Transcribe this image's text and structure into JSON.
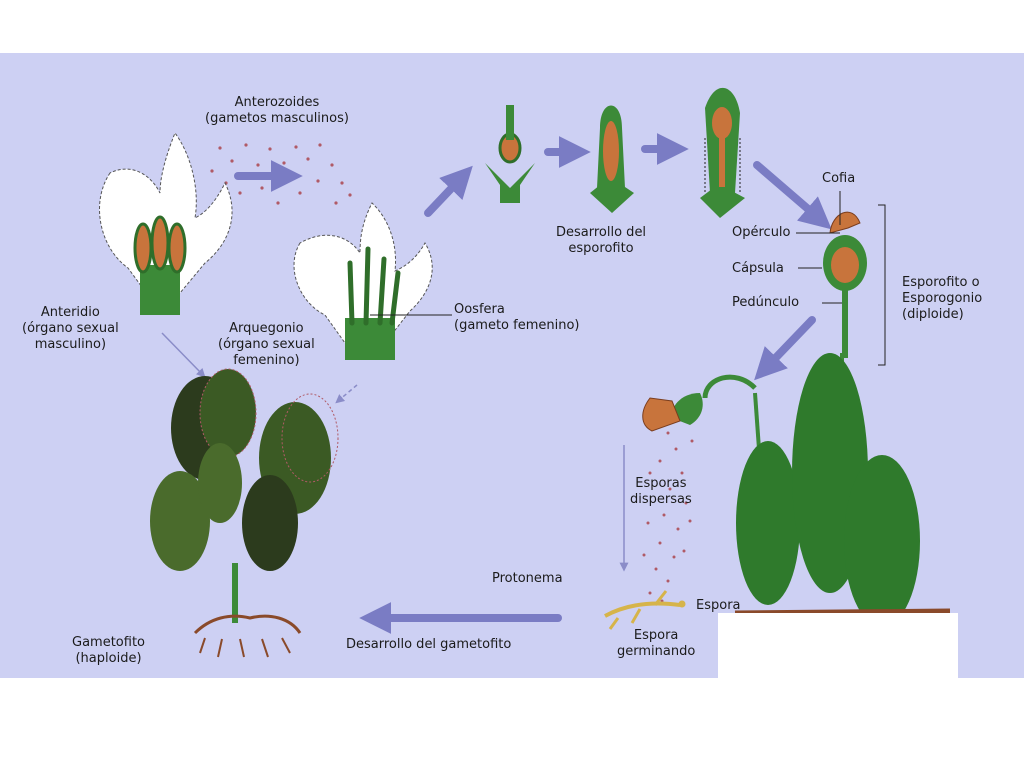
{
  "labels": {
    "anterozoides": [
      "Anterozoides",
      "(gametos masculinos)"
    ],
    "anteridio": [
      "Anteridio",
      "(órgano sexual",
      "masculino)"
    ],
    "arquegonio": [
      "Arquegonio",
      "(órgano sexual",
      "femenino)"
    ],
    "oosfera": [
      "Oosfera",
      "(gameto femenino)"
    ],
    "desarrollo_esporofito": [
      "Desarrollo del",
      "esporofito"
    ],
    "cofia": "Cofia",
    "operculo": "Opérculo",
    "capsula": "Cápsula",
    "peduncula": "Pedúnculo",
    "esporofito": [
      "Esporofito o",
      "Esporogonio",
      "(diploide)"
    ],
    "esporas": [
      "Esporas",
      "dispersas"
    ],
    "protonema": "Protonema",
    "espora": "Espora",
    "espora_germinando": [
      "Espora",
      "germinando"
    ],
    "desarrollo_gametofito": "Desarrollo del gametofito",
    "gametofito": [
      "Gametofito",
      "(haploide)"
    ]
  },
  "colors": {
    "background": "#cdd0f3",
    "arrow": "#7a7cc4",
    "plant_green": "#2f6e2a",
    "plant_dark": "#3d3a20",
    "capsule": "#c8743c",
    "spore_dots": "#b05a66"
  }
}
